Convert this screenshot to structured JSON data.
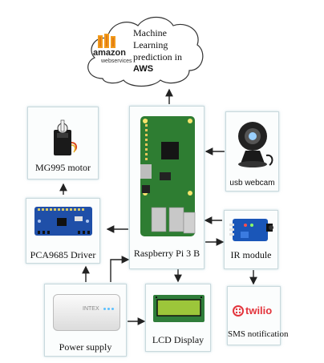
{
  "cloud": {
    "text_lines": [
      "Machine",
      "Learning",
      "prediction in",
      "AWS"
    ],
    "logo": {
      "word": "amazon",
      "sub1": "web",
      "sub2": "services"
    }
  },
  "nodes": {
    "motor": {
      "label": "MG995 motor"
    },
    "driver": {
      "label": "PCA9685 Driver"
    },
    "raspberry": {
      "label": "Raspberry Pi 3 B"
    },
    "webcam": {
      "label": "usb webcam"
    },
    "ir": {
      "label": "IR module"
    },
    "power": {
      "label": "Power supply",
      "brand": "INTEX"
    },
    "lcd": {
      "label": "LCD Display"
    },
    "sms": {
      "label": "SMS notification",
      "logo": "twilio"
    }
  },
  "colors": {
    "box_border": "#c9d9dd",
    "arrow": "#222222",
    "pcb_green": "#2e7d32",
    "driver_blue": "#1f4fa8",
    "ir_blue": "#1a56b8",
    "twilio_red": "#e3343c",
    "aws_orange": "#f19a1c",
    "lcd_green": "#9cc63a"
  },
  "icons": [
    "aws-logo-icon",
    "servo-motor-icon",
    "pwm-driver-board-icon",
    "raspberry-pi-board-icon",
    "webcam-icon",
    "ir-sensor-icon",
    "power-bank-icon",
    "lcd-module-icon",
    "twilio-logo-icon"
  ]
}
